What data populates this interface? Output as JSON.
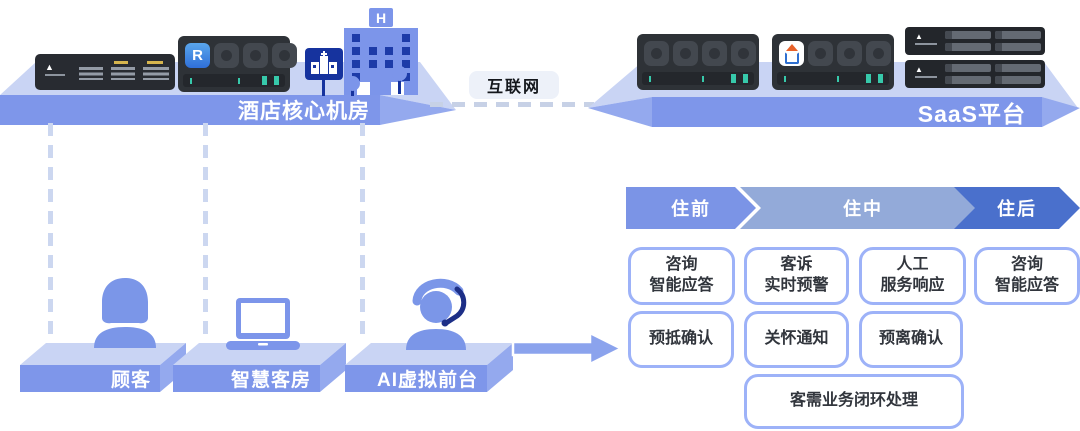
{
  "hotel_core": {
    "label": "酒店核心机房",
    "sign": "H",
    "r_logo": "R"
  },
  "internet": {
    "label": "互联网"
  },
  "saas": {
    "label": "SaaS平台"
  },
  "endpoints": [
    {
      "label": "顾客"
    },
    {
      "label": "智慧客房"
    },
    {
      "label": "AI虚拟前台"
    }
  ],
  "journey": {
    "stages": [
      {
        "label": "住前",
        "color": "#7b94e6"
      },
      {
        "label": "住中",
        "color": "#93aad9"
      },
      {
        "label": "住后",
        "color": "#4a70cc"
      }
    ],
    "row1": [
      {
        "label": "咨询\n智能应答"
      },
      {
        "label": "客诉\n实时预警"
      },
      {
        "label": "人工\n服务响应"
      },
      {
        "label": "咨询\n智能应答"
      }
    ],
    "row2": [
      {
        "label": "预抵确认"
      },
      {
        "label": "关怀通知"
      },
      {
        "label": "预离确认"
      }
    ],
    "row3": [
      {
        "label": "客需业务闭环处理"
      }
    ]
  },
  "colors": {
    "platform_top": "#c9d4f4",
    "platform_front": "#7e96ea",
    "platform_side": "#94a9ee",
    "figure": "#7b96e8",
    "teal_indicator": "#37c9ab",
    "box_border": "#9db2f8"
  }
}
